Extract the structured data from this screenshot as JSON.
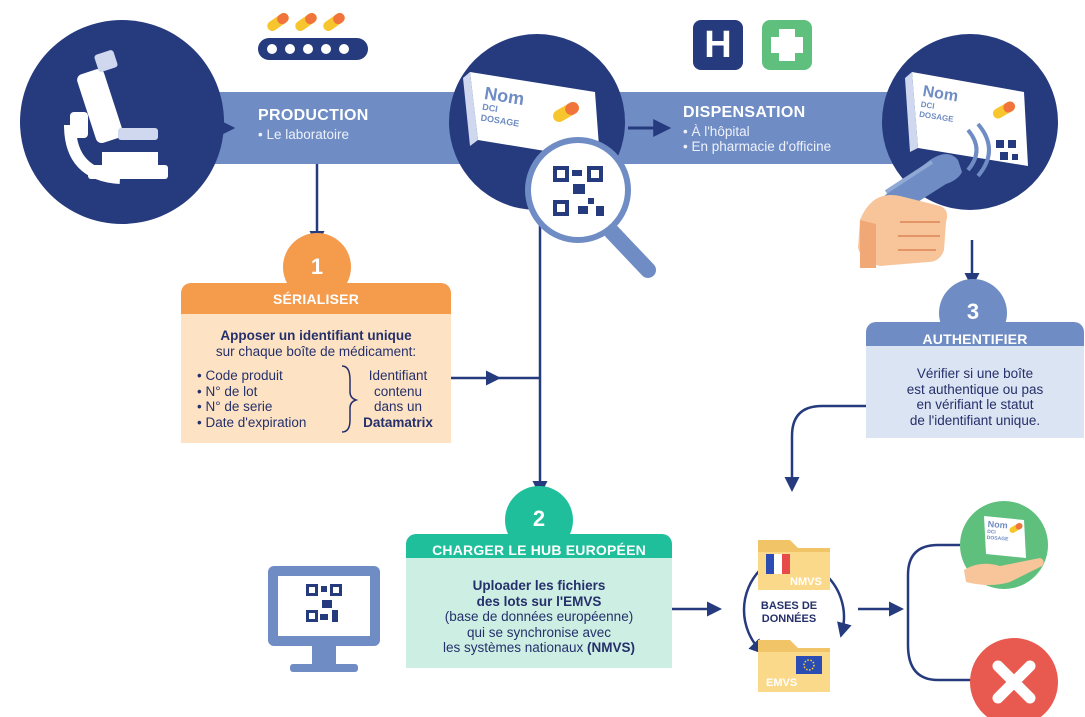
{
  "colors": {
    "navy": "#263a7e",
    "band": "#6f8dc4",
    "orange": "#f59b4c",
    "orange_light": "#fde3c4",
    "teal": "#1fbf9b",
    "teal_light": "#cdeee3",
    "blue_box": "#6f8dc4",
    "blue_light": "#dbe4f2",
    "green": "#5fbf7d",
    "red": "#e85a4f"
  },
  "production": {
    "title": "PRODUCTION",
    "lines": [
      "• Le laboratoire"
    ]
  },
  "dispensation": {
    "title": "DISPENSATION",
    "lines": [
      "• À l'hôpital",
      "• En pharmacie d'officine"
    ]
  },
  "box_labels": {
    "nom": "Nom",
    "dci": "DCI",
    "dosage": "DOSAGE"
  },
  "hospital_letter": "H",
  "step1": {
    "number": "1",
    "title": "SÉRIALISER",
    "intro_bold": "Apposer un identifiant unique",
    "intro_rest": "sur chaque boîte de médicament:",
    "items": [
      "• Code produit",
      "• N° de lot",
      "• N° de serie",
      "• Date d'expiration"
    ],
    "side_lines": [
      "Identifiant",
      "contenu",
      "dans un"
    ],
    "side_bold": "Datamatrix"
  },
  "step2": {
    "number": "2",
    "title": "CHARGER LE HUB EUROPÉEN",
    "bold_line1": "Uploader les fichiers",
    "bold_line2": "des lots  sur l'EMVS",
    "line3": "(base de données européenne)",
    "line4": "qui se synchronise avec",
    "line5_start": "les systèmes nationaux ",
    "line5_bold": "(NMVS)"
  },
  "step3": {
    "number": "3",
    "title": "AUTHENTIFIER",
    "lines": [
      "Vérifier si une boîte",
      "est authentique ou pas",
      "en vérifiant le statut",
      "de l'identifiant unique."
    ]
  },
  "databases": {
    "label_line1": "BASES DE",
    "label_line2": "DONNÉES",
    "nmvs": "NMVS",
    "emvs": "EMVS"
  },
  "icons": [
    "microscope-icon",
    "pills-conveyor-icon",
    "hospital-icon",
    "pharmacy-cross-icon",
    "magnifier-qr-icon",
    "scanner-hand-icon",
    "computer-qr-icon",
    "folder-icon",
    "flag-fr-icon",
    "flag-eu-icon",
    "hand-box-icon",
    "reject-x-icon"
  ]
}
